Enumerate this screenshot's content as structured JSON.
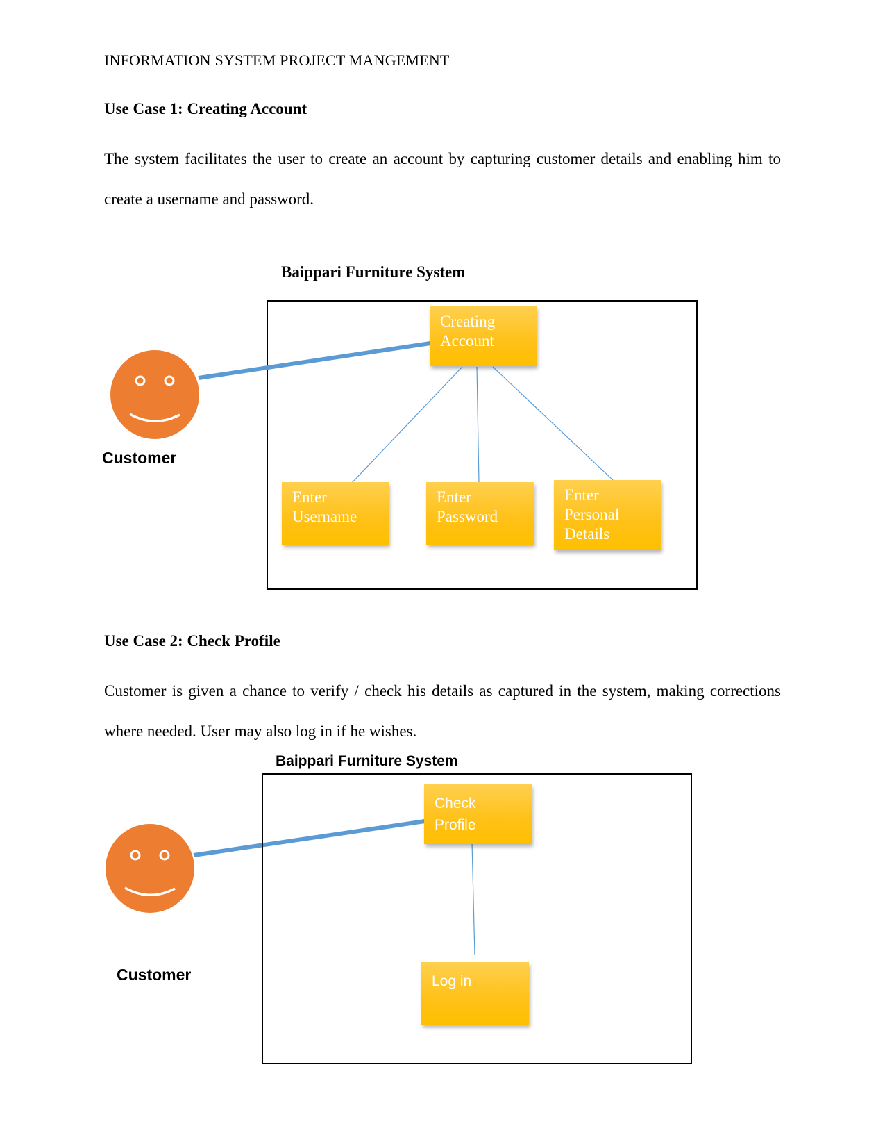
{
  "header": {
    "title": "INFORMATION SYSTEM PROJECT MANGEMENT"
  },
  "use_case_1": {
    "heading": "Use Case 1: Creating Account",
    "paragraph": "The system facilitates the user to create an account by capturing customer details and enabling him to create a username and password.",
    "system_title": "Baippari Furniture System",
    "actor_label": "Customer",
    "main_case": [
      "Creating",
      "Account"
    ],
    "sub_cases": [
      [
        "Enter",
        "Username"
      ],
      [
        "Enter",
        "Password"
      ],
      [
        "Enter",
        "Personal",
        "Details"
      ]
    ]
  },
  "use_case_2": {
    "heading": "Use Case 2: Check Profile",
    "paragraph": "Customer is given a chance to verify / check his details as captured in the system, making corrections where needed. User may also log in if he wishes.",
    "system_title": "Baippari Furniture System",
    "actor_label": "Customer",
    "main_case": [
      "Check",
      "Profile"
    ],
    "sub_case": [
      "Log in"
    ]
  },
  "colors": {
    "actor_fill": "#ed7d31",
    "association_line": "#5b9bd5",
    "use_case_fill": "#ffc000",
    "use_case_text": "#ffffff"
  }
}
